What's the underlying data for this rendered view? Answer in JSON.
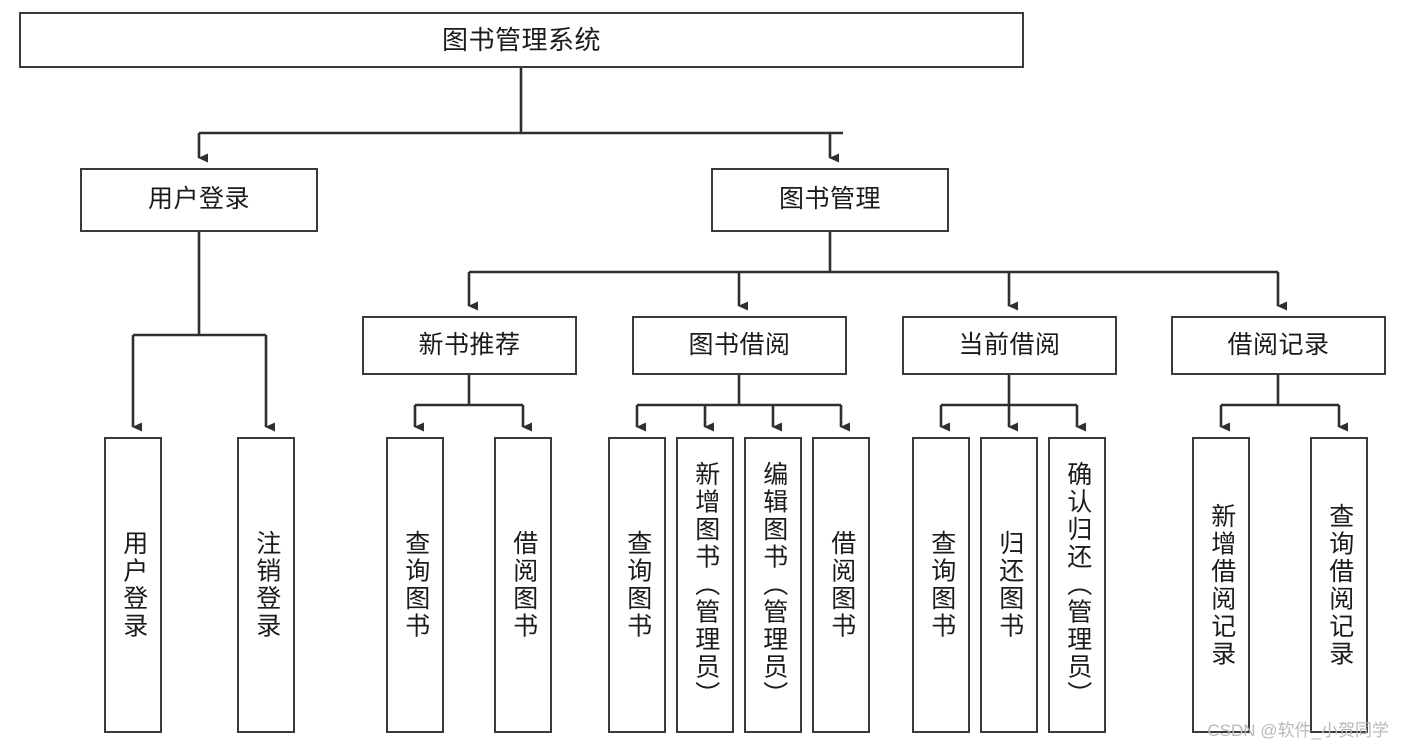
{
  "diagram": {
    "title": "图书管理系统",
    "watermark": "CSDN @软件_小贺同学",
    "colors": {
      "background": "#ffffff",
      "node_border": "#3a3a3a",
      "node_fill": "#ffffff",
      "connector": "#2f2f2f",
      "label_text": "#1b1b1b",
      "watermark_text": "#b9b9b9"
    },
    "root": {
      "label": "图书管理系统"
    },
    "level2": [
      {
        "label": "用户登录"
      },
      {
        "label": "图书管理"
      }
    ],
    "level3": [
      {
        "label": "新书推荐"
      },
      {
        "label": "图书借阅"
      },
      {
        "label": "当前借阅"
      },
      {
        "label": "借阅记录"
      }
    ],
    "leaves": {
      "user_login": [
        {
          "label": "用户登录"
        },
        {
          "label": "注销登录"
        }
      ],
      "new_book_recommend": [
        {
          "label": "查询图书"
        },
        {
          "label": "借阅图书"
        }
      ],
      "book_borrow": [
        {
          "label": "查询图书"
        },
        {
          "label": "新增图书（管理员）"
        },
        {
          "label": "编辑图书（管理员）"
        },
        {
          "label": "借阅图书"
        }
      ],
      "current_borrow": [
        {
          "label": "查询图书"
        },
        {
          "label": "归还图书"
        },
        {
          "label": "确认归还（管理员）"
        }
      ],
      "borrow_record": [
        {
          "label": "新增借阅记录"
        },
        {
          "label": "查询借阅记录"
        }
      ]
    }
  }
}
